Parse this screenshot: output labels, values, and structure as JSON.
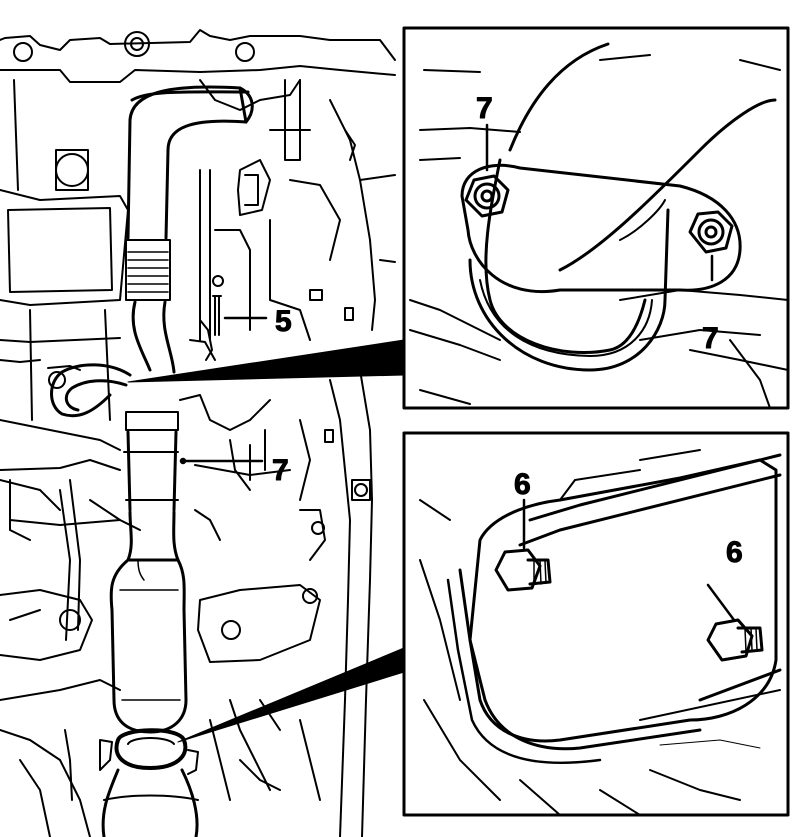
{
  "callouts": {
    "c5": "5",
    "c7_main": "7",
    "c7_top_a": "7",
    "c7_top_b": "7",
    "c6_a": "6",
    "c6_b": "6"
  },
  "colors": {
    "ink": "#000000",
    "paper": "#ffffff"
  }
}
